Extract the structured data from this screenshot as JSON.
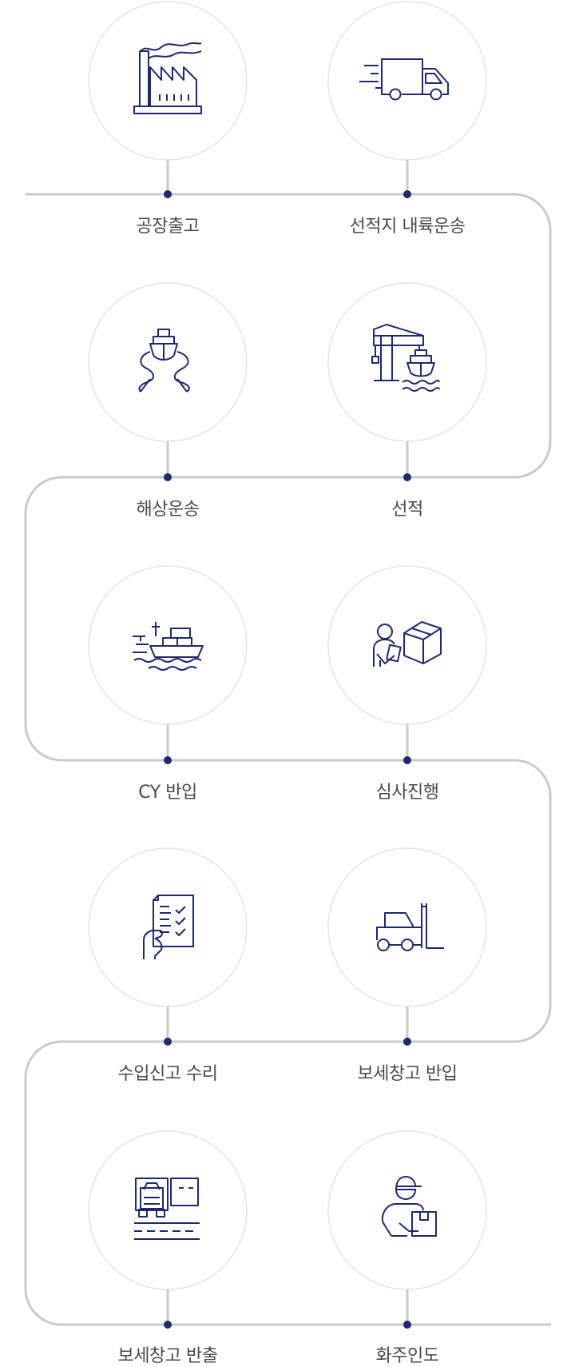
{
  "steps": [
    {
      "label": "공장출고",
      "icon": "factory-icon"
    },
    {
      "label": "선적지 내륙운송",
      "icon": "delivery-truck-icon"
    },
    {
      "label": "해상운송",
      "icon": "ship-route-icon"
    },
    {
      "label": "선적",
      "icon": "crane-loading-ship-icon"
    },
    {
      "label": "CY 반입",
      "icon": "container-ship-icon"
    },
    {
      "label": "심사진행",
      "icon": "inspector-box-icon"
    },
    {
      "label": "수입신고 수리",
      "icon": "checklist-hand-icon"
    },
    {
      "label": "보세창고 반입",
      "icon": "forklift-icon"
    },
    {
      "label": "보세창고 반출",
      "icon": "warehouse-truck-icon"
    },
    {
      "label": "화주인도",
      "icon": "courier-delivery-icon"
    }
  ],
  "colors": {
    "line": "#cbcbcb",
    "circle": "#e4e4e4",
    "dot": "#1f2a6e",
    "icon": "#1f2a6e",
    "label": "#4a4a4a"
  }
}
